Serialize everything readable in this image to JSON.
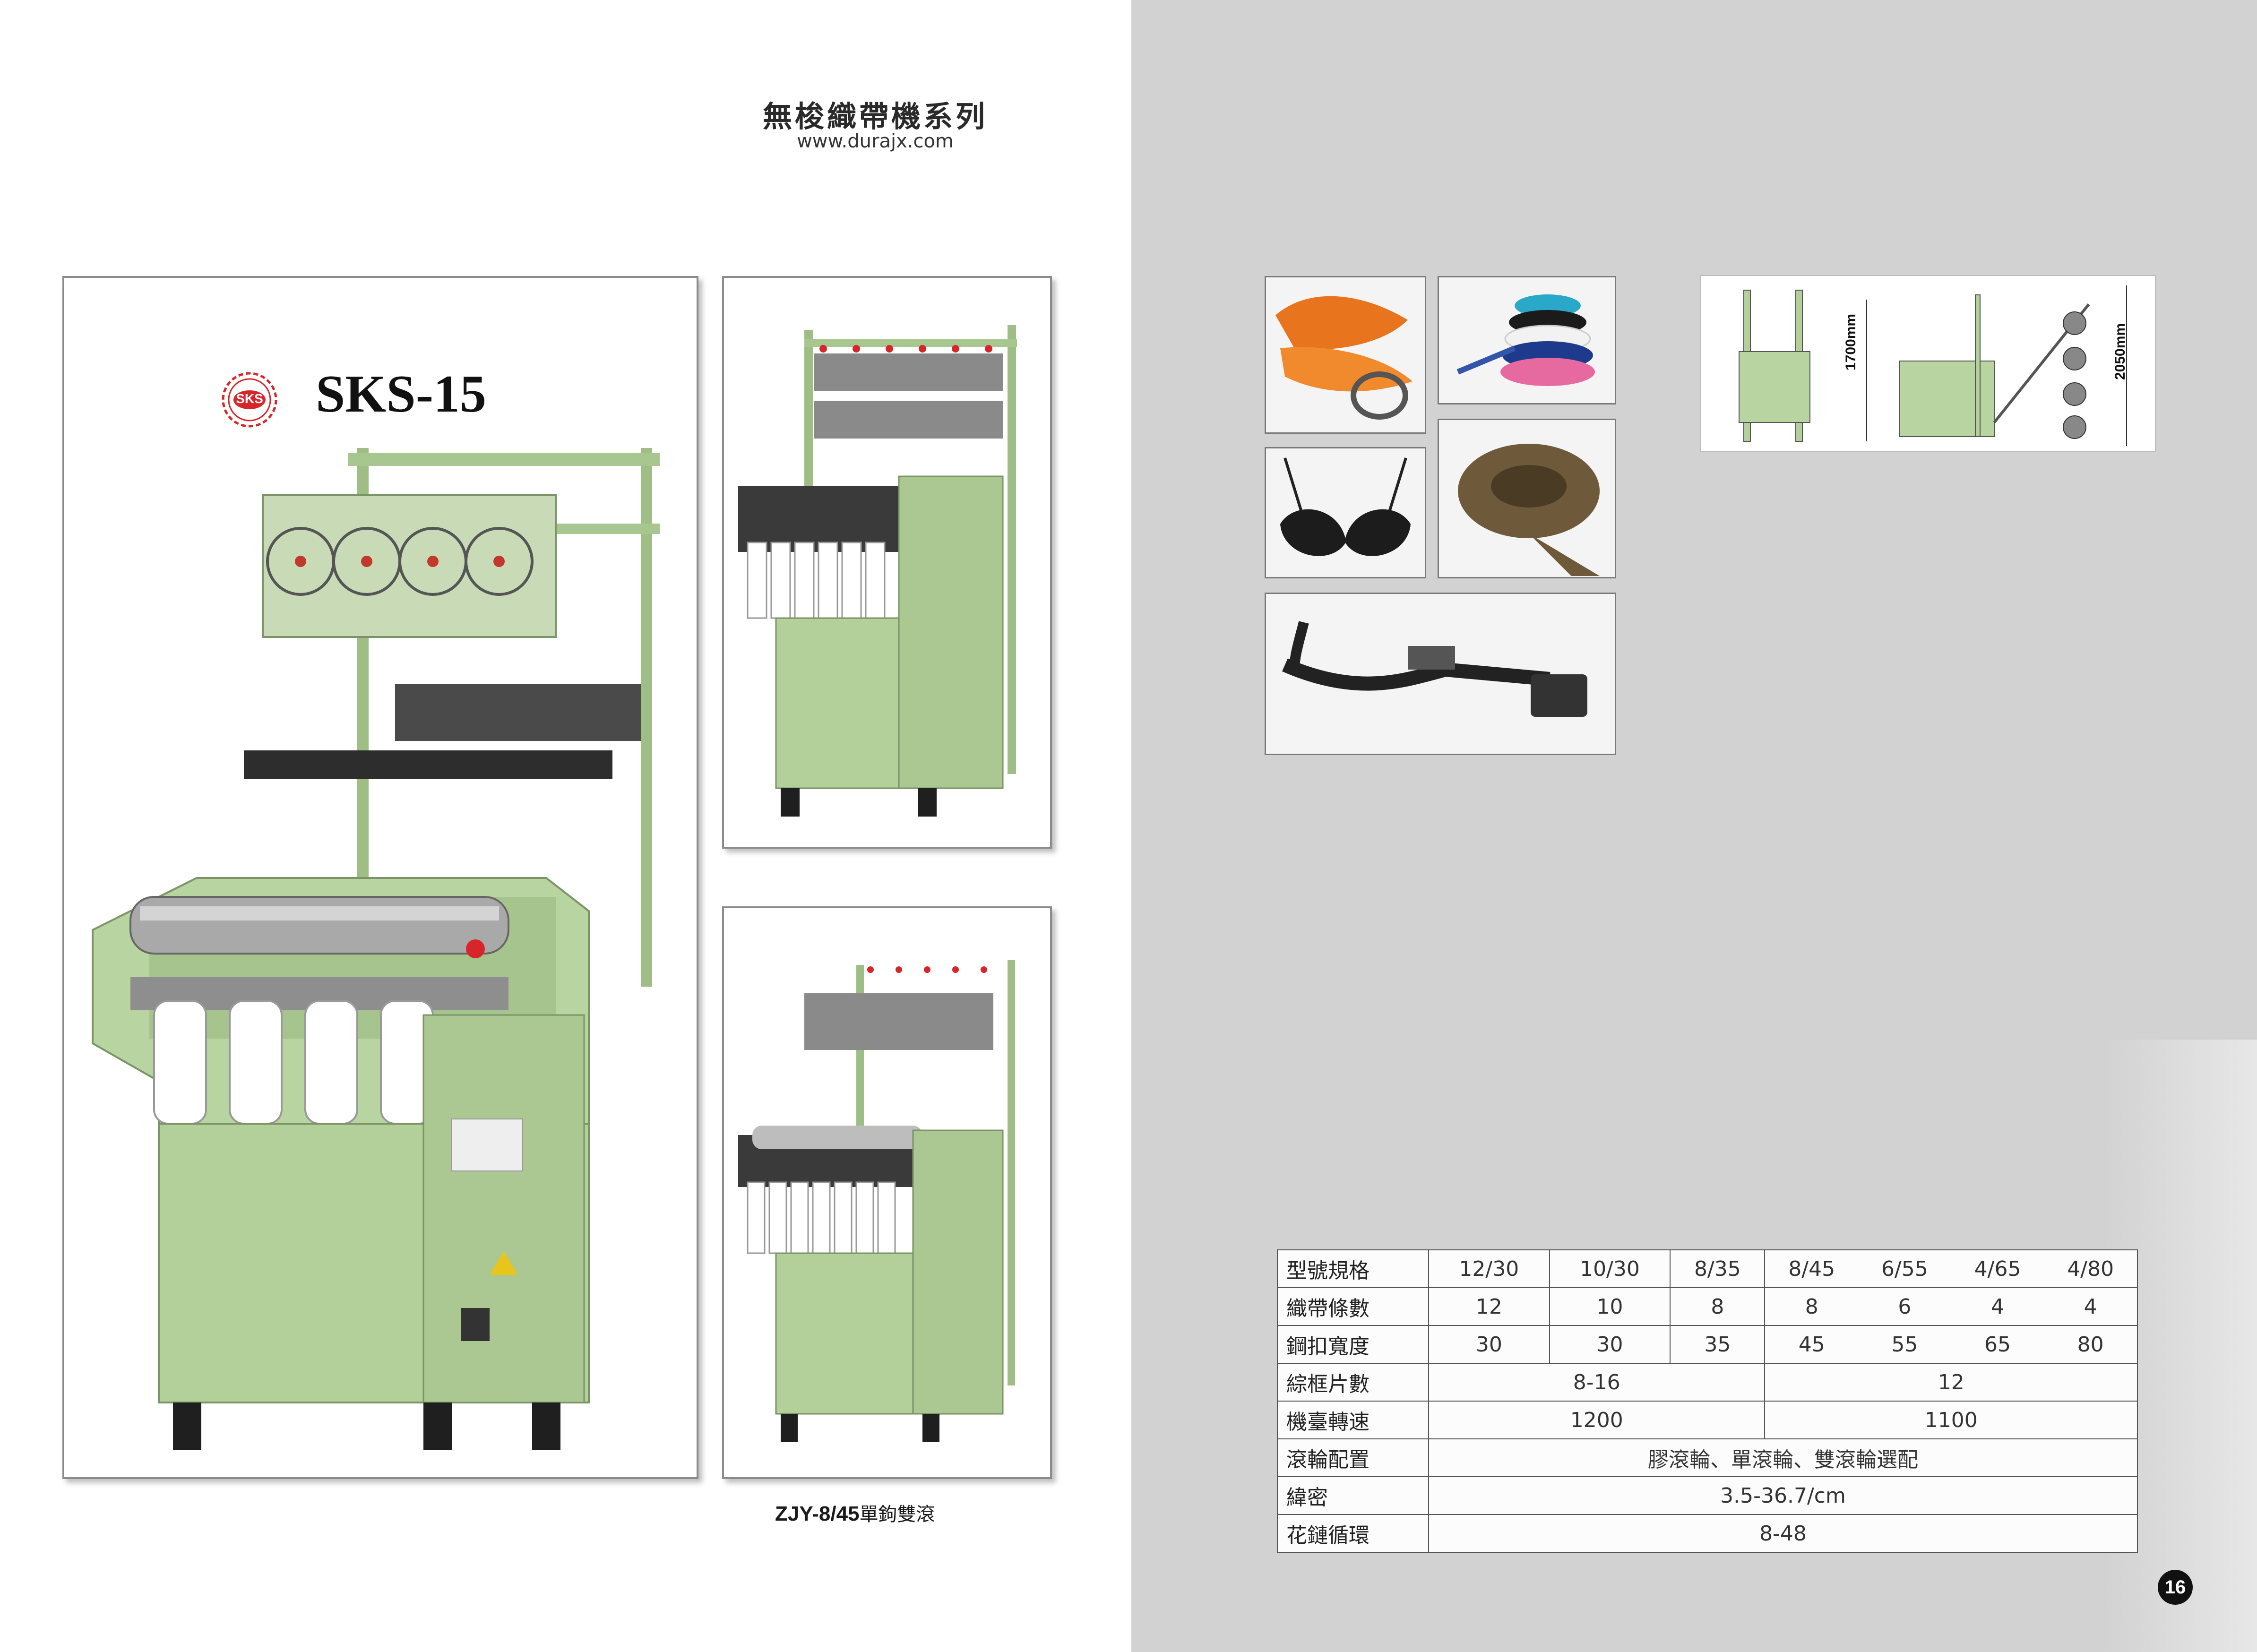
{
  "header": {
    "series_title": "無梭織帶機系列",
    "website": "www.durajx.com"
  },
  "left": {
    "model_logo_text": "SKS",
    "model_title": "SKS-15",
    "caption_model": "ZJY-8/45",
    "caption_desc": "單鉤雙滾"
  },
  "diagram": {
    "height_left": "1700mm",
    "height_right": "2050mm"
  },
  "colors": {
    "right_page_bg": "#d3d2d3",
    "machine_green": "#b8d4a0",
    "logo_red": "#d8252a"
  },
  "spec_table": {
    "rows": [
      {
        "label": "型號規格",
        "cells": [
          "12/30",
          "10/30",
          "8/35"
        ],
        "group": [
          "8/45",
          "6/55",
          "4/65",
          "4/80"
        ]
      },
      {
        "label": "織帶條數",
        "cells": [
          "12",
          "10",
          "8"
        ],
        "group": [
          "8",
          "6",
          "4",
          "4"
        ]
      },
      {
        "label": "鋼扣寬度",
        "cells": [
          "30",
          "30",
          "35"
        ],
        "group": [
          "45",
          "55",
          "65",
          "80"
        ]
      },
      {
        "label": "綜框片數",
        "left": "8-16",
        "right": "12"
      },
      {
        "label": "機臺轉速",
        "left": "1200",
        "right": "1100"
      },
      {
        "label": "滾輪配置",
        "all": "膠滾輪、單滾輪、雙滾輪選配"
      },
      {
        "label": "緯密",
        "all": "3.5-36.7/cm"
      },
      {
        "label": "花鏈循環",
        "all": "8-48"
      }
    ]
  },
  "page_number": "16"
}
